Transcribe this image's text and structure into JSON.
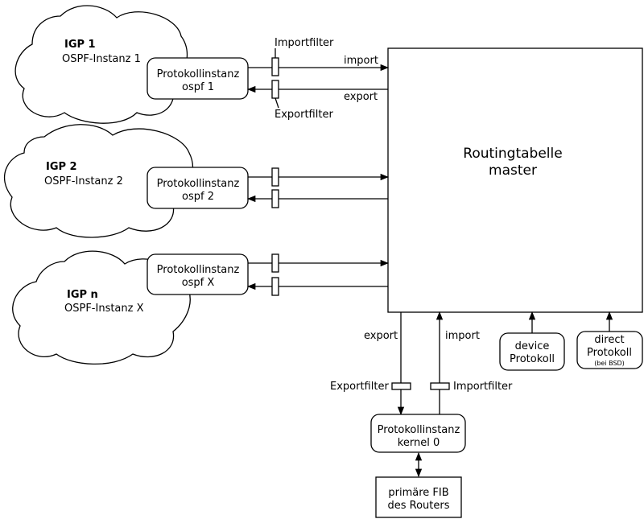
{
  "igps": [
    {
      "name": "IGP 1",
      "instance": "OSPF-Instanz 1",
      "proto_line1": "Protokollinstanz",
      "proto_line2": "ospf 1"
    },
    {
      "name": "IGP 2",
      "instance": "OSPF-Instanz 2",
      "proto_line1": "Protokollinstanz",
      "proto_line2": "ospf 2"
    },
    {
      "name": "IGP n",
      "instance": "OSPF-Instanz X",
      "proto_line1": "Protokollinstanz",
      "proto_line2": "ospf X"
    }
  ],
  "filters": {
    "import_filter": "Importfilter",
    "export_filter": "Exportfilter",
    "import": "import",
    "export": "export"
  },
  "routing_table": {
    "line1": "Routingtabelle",
    "line2": "master"
  },
  "kernel": {
    "line1": "Protokollinstanz",
    "line2": "kernel 0"
  },
  "device": {
    "line1": "device",
    "line2": "Protokoll"
  },
  "direct": {
    "line1": "direct",
    "line2": "Protokoll",
    "note": "(bei BSD)"
  },
  "fib": {
    "line1": "primäre FIB",
    "line2": "des Routers"
  }
}
